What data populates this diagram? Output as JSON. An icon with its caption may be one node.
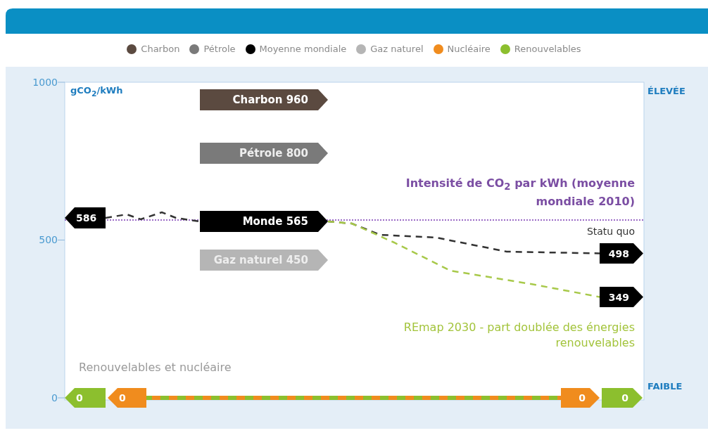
{
  "diagram": {
    "nodes": [
      {
        "text": [
          "Charbon 960"
        ]
      },
      {
        "text": [
          "Pétrole 800"
        ]
      },
      {
        "text": [
          "Monde 565"
        ]
      },
      {
        "text": [
          "Gaz naturel 450"
        ]
      },
      {
        "text": [
          "586"
        ]
      },
      {
        "text": [
          "498"
        ]
      },
      {
        "text": [
          "349"
        ]
      },
      {
        "text": [
          "0"
        ]
      },
      {
        "text": [
          "0"
        ]
      },
      {
        "text": [
          "0"
        ]
      },
      {
        "text": [
          "0"
        ]
      }
    ],
    "edges": [
      {
        "from": 4,
        "to": 2,
        "arrow": "none",
        "style": "dashed"
      },
      {
        "from": 2,
        "to": 5,
        "arrow": "none",
        "style": "dashed"
      },
      {
        "from": 2,
        "to": 6,
        "arrow": "none",
        "style": "dashed",
        "color": "#a8c94a"
      },
      {
        "from": 8,
        "to": 9,
        "arrow": "none",
        "style": "thick"
      }
    ],
    "labels": [
      "1000",
      "gCO$_{2}$/kWh",
      "ÉLEVÉE",
      "Intensité de CO$_{2}$ par kWh (moyenne mondiale 2010)",
      "Statu quo",
      "500",
      "REmap 2030 - part doublée des énergies renouvelables",
      "Renouvelables et nucléaire",
      "0",
      "FAIBLE"
    ],
    "legend": [
      {
        "text": "Charbon",
        "color": "#5b4a40"
      },
      {
        "text": "Pétrole",
        "color": "#7a7a7a"
      },
      {
        "text": "Moyenne mondiale",
        "color": "#000000"
      },
      {
        "text": "Gaz naturel",
        "color": "#b5b5b5"
      },
      {
        "text": "Nucléaire",
        "color": "#f08c1e"
      },
      {
        "text": "Renouvelables",
        "color": "#8cbf2e"
      }
    ]
  }
}
